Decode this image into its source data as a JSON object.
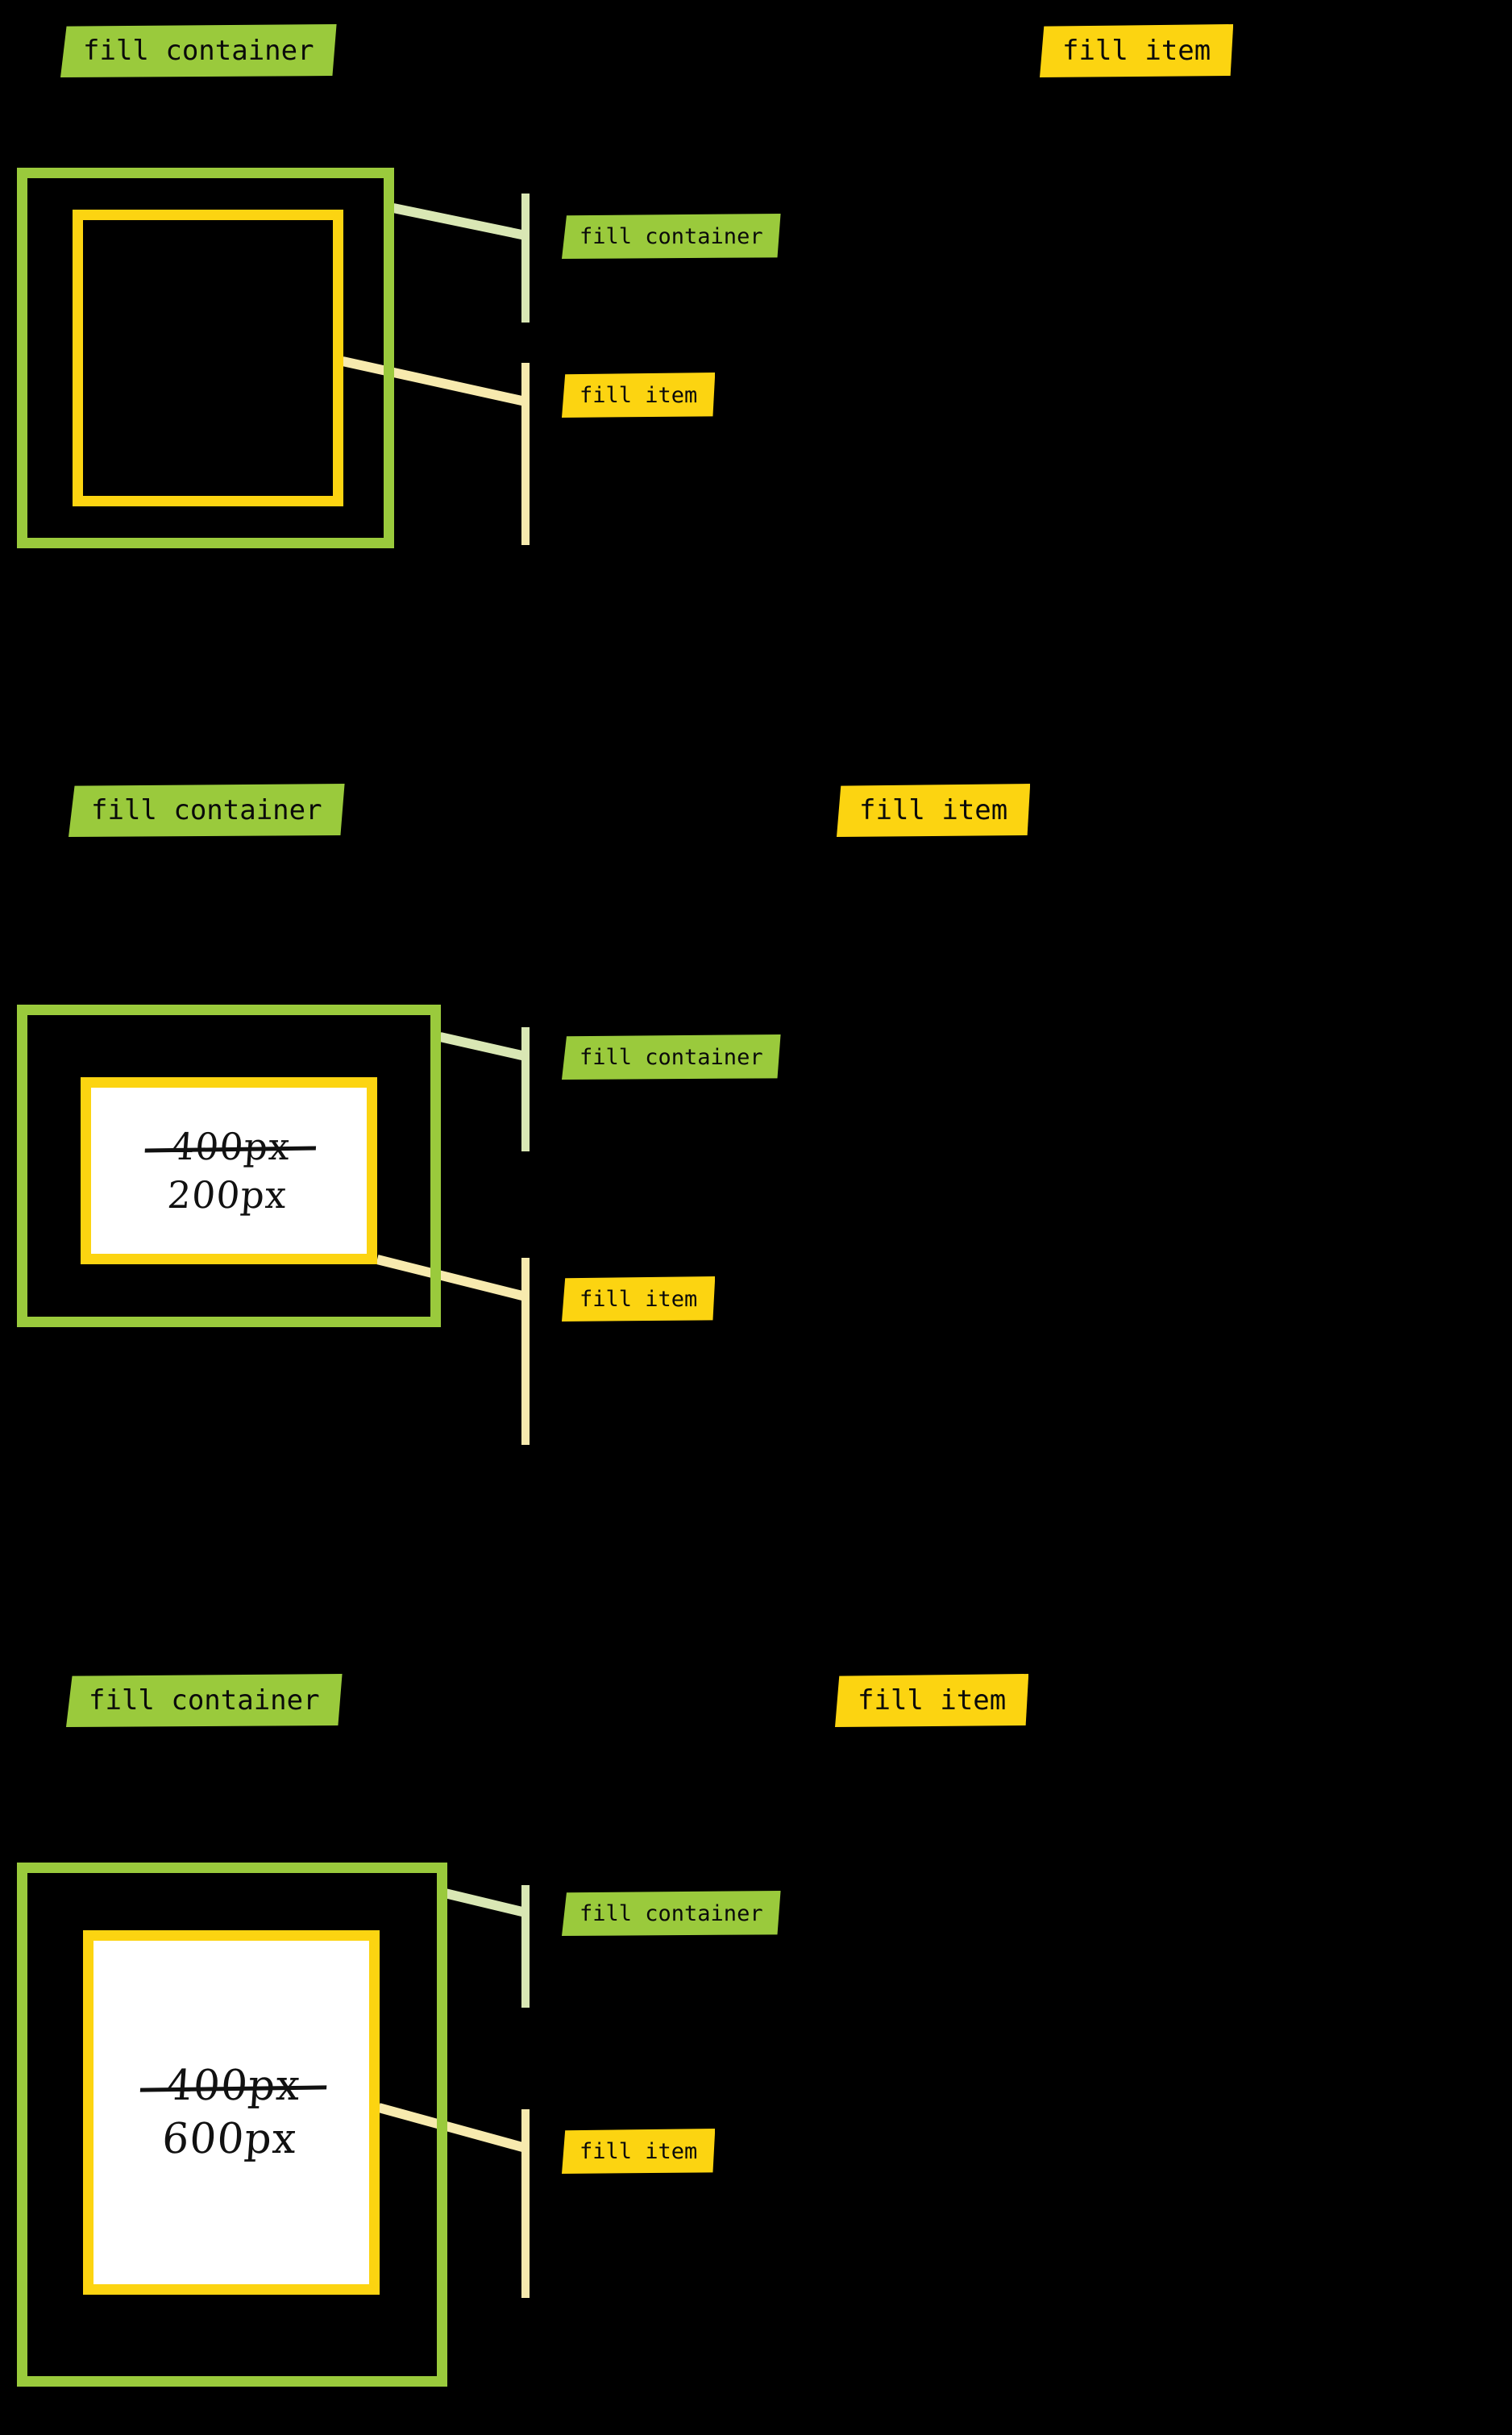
{
  "meta": {
    "background": "#000000",
    "accent_green": "#9ACA3C",
    "accent_yellow": "#FCD411",
    "leader_green": "#D9E7B4",
    "leader_yellow": "#F7EAAE",
    "fill_white": "#FFFFFF"
  },
  "labels": {
    "fill_container": "fill container",
    "fill_item": "fill item"
  },
  "sections": [
    {
      "id": "section-1",
      "heading_container": "fill container",
      "heading_item": "fill item",
      "callout_container": "fill container",
      "callout_item": "fill item",
      "item_fill": "none",
      "dimensions": null
    },
    {
      "id": "section-2",
      "heading_container": "fill container",
      "heading_item": "fill item",
      "callout_container": "fill container",
      "callout_item": "fill item",
      "item_fill": "#FFFFFF",
      "dimensions": {
        "old_value": "400px",
        "new_value": "200px"
      }
    },
    {
      "id": "section-3",
      "heading_container": "fill container",
      "heading_item": "fill item",
      "callout_container": "fill container",
      "callout_item": "fill item",
      "item_fill": "#FFFFFF",
      "dimensions": {
        "old_value": "400px",
        "new_value": "600px"
      }
    }
  ]
}
